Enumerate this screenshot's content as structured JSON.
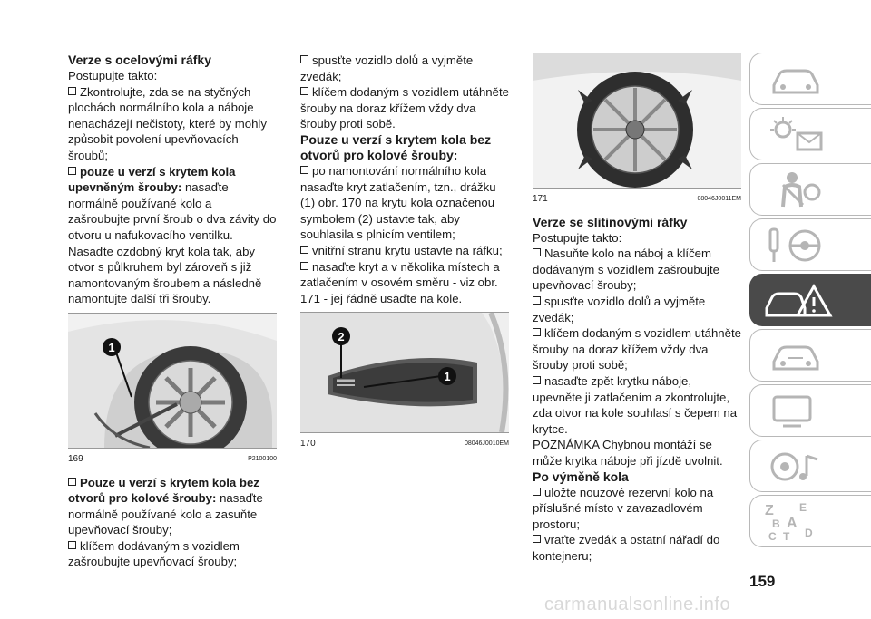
{
  "col1": {
    "heading": "Verze s ocelovými ráfky",
    "intro": "Postupujte takto:",
    "item1": "Zkontrolujte, zda se na styčných plochách normálního kola a náboje nenacházejí nečistoty, které by mohly způsobit povolení upevňovacích šroubů;",
    "item2_bold": "pouze u verzí s krytem kola upevněným šrouby:",
    "item2": " nasaďte normálně používané kolo a zašroubujte první šroub o dva závity do otvoru u nafukovacího ventilku. Nasaďte ozdobný kryt kola tak, aby otvor s půlkruhem byl zároveň s již namontovaným šroubem a následně namontujte další tři šrouby.",
    "fig_num": "169",
    "fig_code": "P2100100",
    "fig_label1": "1",
    "item3_bold": "Pouze u verzí s krytem kola bez otvorů pro kolové šrouby:",
    "item3": " nasaďte normálně používané kolo a zasuňte upevňovací šrouby;",
    "item4": "klíčem dodávaným s vozidlem zašroubujte upevňovací šrouby;"
  },
  "col2": {
    "item1": "spusťte vozidlo dolů a vyjměte zvedák;",
    "item2": "klíčem dodaným s vozidlem utáhněte šrouby na doraz křížem vždy dva šrouby proti sobě.",
    "heading": "Pouze u verzí s krytem kola bez otvorů pro kolové šrouby:",
    "item3": "po namontování normálního kola nasaďte kryt zatlačením, tzn., drážku (1) obr. 170 na krytu kola označenou symbolem (2) ustavte tak, aby souhlasila s plnicím ventilem;",
    "item4": "vnitřní stranu krytu ustavte na ráfku;",
    "item5": "nasaďte kryt a v několika místech a zatlačením v osovém směru - viz obr. 171 - jej řádně usaďte na kole.",
    "fig_num": "170",
    "fig_code": "08046J0010EM",
    "fig_label1": "1",
    "fig_label2": "2"
  },
  "col3": {
    "fig_num": "171",
    "fig_code": "08046J0011EM",
    "heading": "Verze se slitinovými ráfky",
    "intro": "Postupujte takto:",
    "item1": "Nasuňte kolo na náboj a klíčem dodávaným s vozidlem zašroubujte upevňovací šrouby;",
    "item2": "spusťte vozidlo dolů a vyjměte zvedák;",
    "item3": "klíčem dodaným s vozidlem utáhněte šrouby na doraz křížem vždy dva šrouby proti sobě;",
    "item4": "nasaďte zpět krytku náboje, upevněte ji zatlačením a zkontrolujte, zda otvor na kole souhlasí s čepem na krytce.",
    "note": "POZNÁMKA Chybnou montáží se může krytka náboje při jízdě uvolnit.",
    "heading2": "Po výměně kola",
    "item5": "uložte nouzové rezervní kolo na příslušné místo v zavazadlovém prostoru;",
    "item6": "vraťte zvedák a ostatní nářadí do kontejneru;"
  },
  "sidebar": {
    "icons": [
      "car-icon",
      "warning-lights-icon",
      "seatbelt-airbag-icon",
      "key-steering-wheel-icon",
      "breakdown-icon",
      "car-service-icon",
      "display-icon",
      "audio-nav-icon",
      "index-icon"
    ],
    "active_index": 4,
    "index_letters": [
      "Z",
      "E",
      "B",
      "A",
      "C",
      "T",
      "D"
    ]
  },
  "page_number": "159",
  "watermark": "carmanualsonline.info"
}
